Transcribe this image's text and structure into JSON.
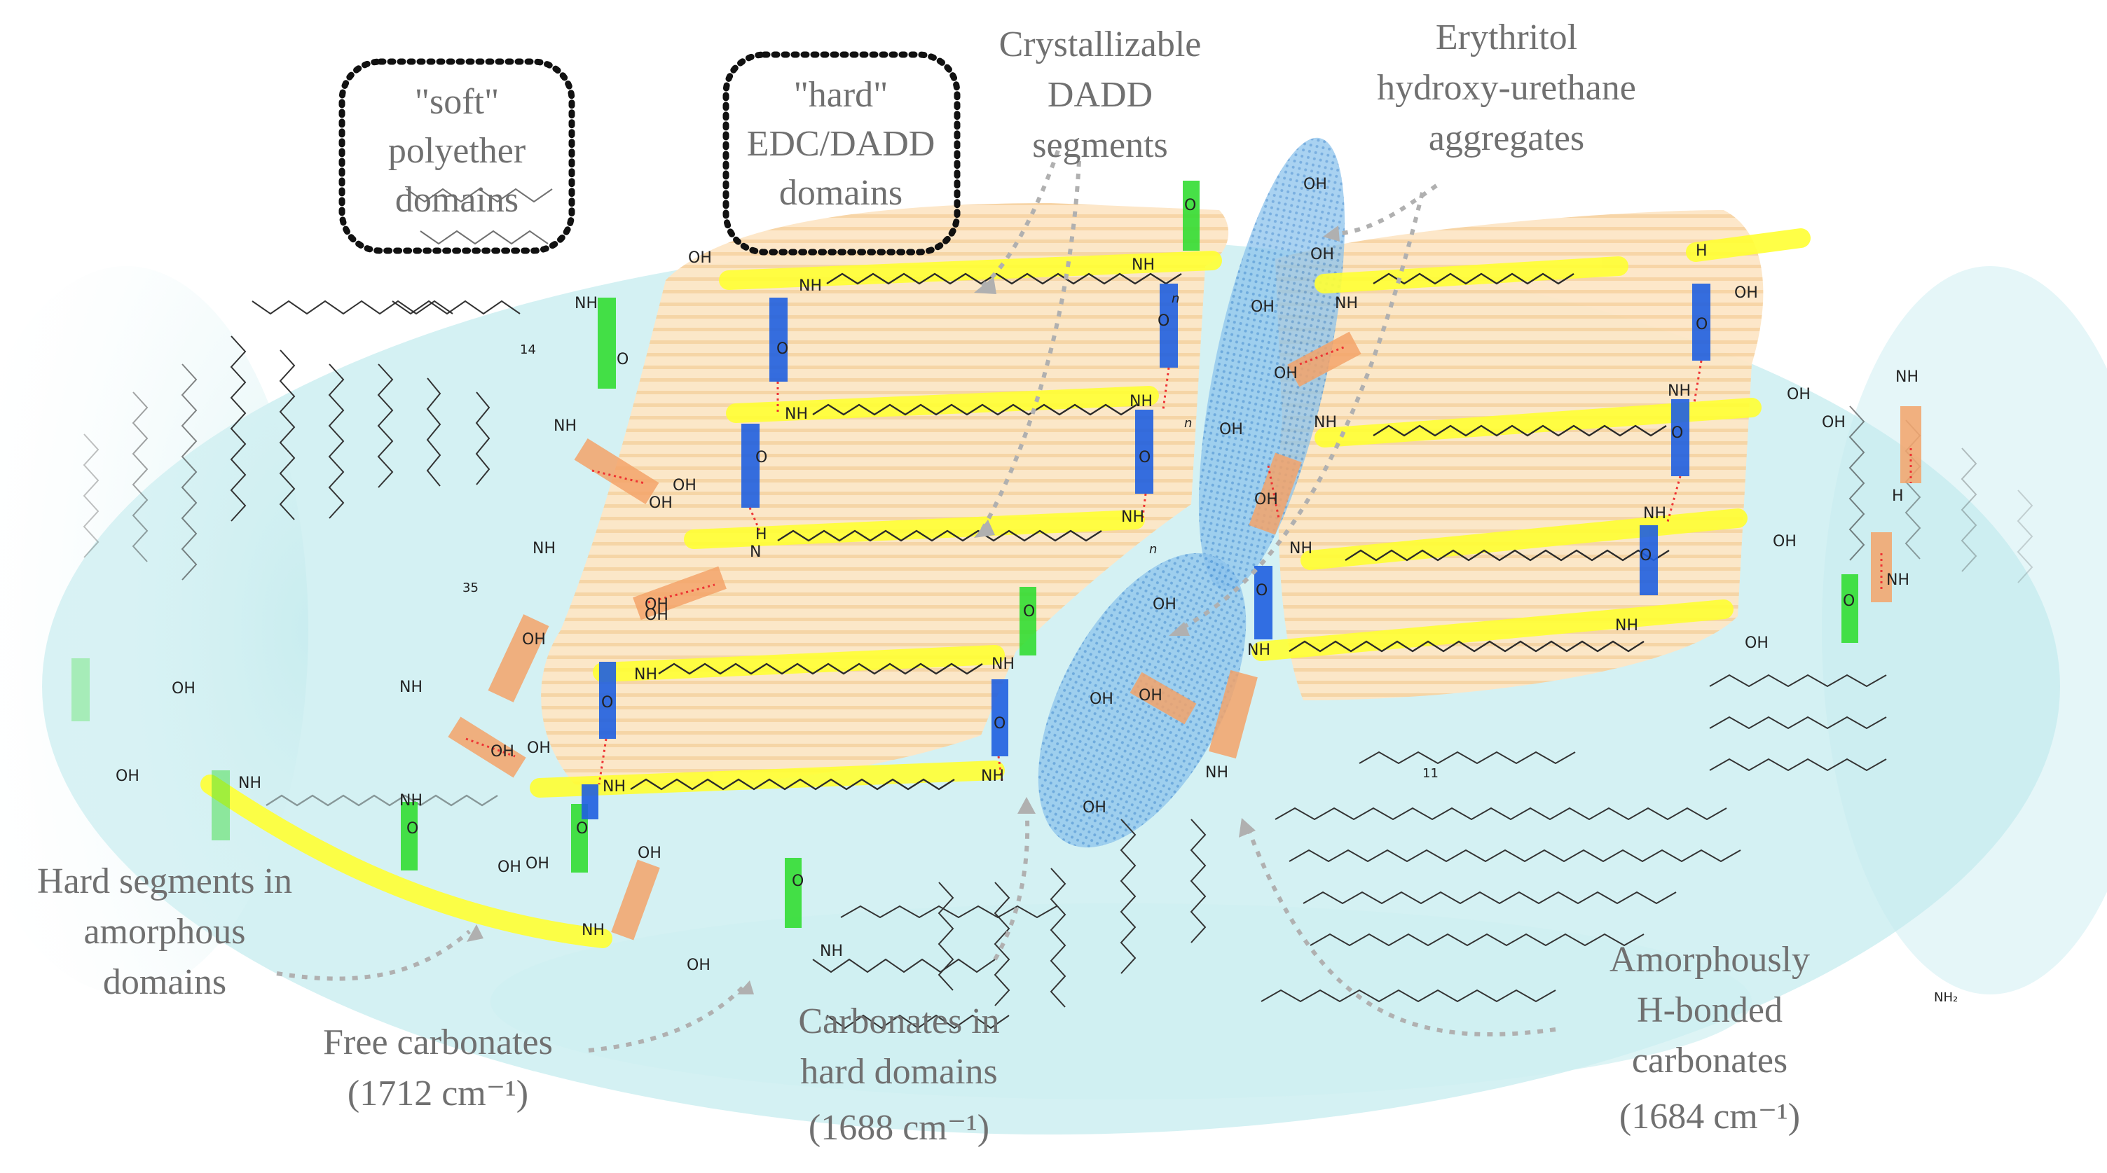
{
  "labels": {
    "soft_box": [
      "\"soft\"",
      "polyether",
      "domains"
    ],
    "hard_box": [
      "\"hard\"",
      "EDC/DADD",
      "domains"
    ],
    "crystallizable": [
      "Crystallizable",
      "DADD",
      "segments"
    ],
    "erythritol": [
      "Erythritol",
      "hydroxy-urethane",
      "aggregates"
    ],
    "hard_in_amorphous": [
      "Hard segments in",
      "amorphous",
      "domains"
    ],
    "free_carbonates": [
      "Free carbonates",
      "(1712 cm⁻¹)"
    ],
    "carbonates_hard": [
      "Carbonates in",
      "hard domains",
      "(1688 cm⁻¹)"
    ],
    "amorphous_hbonded": [
      "Amorphously",
      "H-bonded",
      "carbonates",
      "(1684 cm⁻¹)"
    ]
  },
  "chem": {
    "nh": "NH",
    "h": "H",
    "n_small": "N",
    "oh": "OH",
    "o": "O",
    "n_italic": "n",
    "nh2": "NH₂",
    "subscripts": [
      "14",
      "35",
      "11"
    ]
  },
  "colors": {
    "soft_domain": "#c6ecef",
    "hard_domain": "#fde3c0",
    "stripe": "#f6c98a",
    "hard_segment": "#ffff33",
    "free_carbonate": "#33dd33",
    "hard_carbonate": "#1f5fe0",
    "amorphous_hbond": "#f4a36a",
    "erythritol_aggregate": "#6fb1e6",
    "label_text": "#707070"
  }
}
